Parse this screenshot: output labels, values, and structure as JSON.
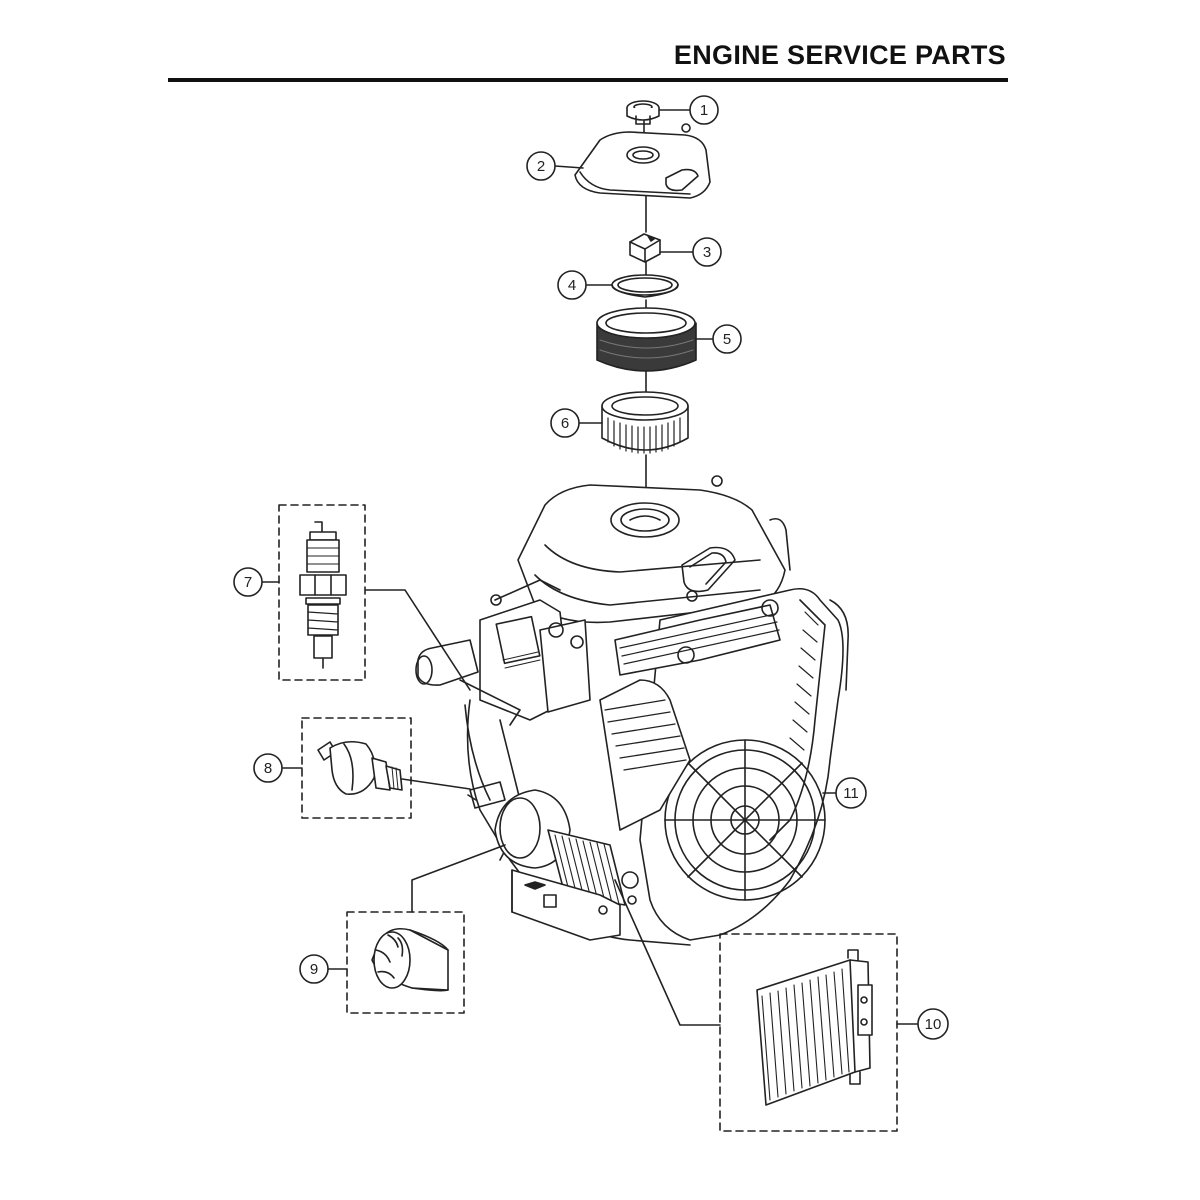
{
  "header": {
    "title": "ENGINE SERVICE PARTS"
  },
  "callouts": [
    "1",
    "2",
    "3",
    "4",
    "5",
    "6",
    "7",
    "8",
    "9",
    "10",
    "11"
  ],
  "colors": {
    "ink": "#222222",
    "background": "#ffffff"
  }
}
